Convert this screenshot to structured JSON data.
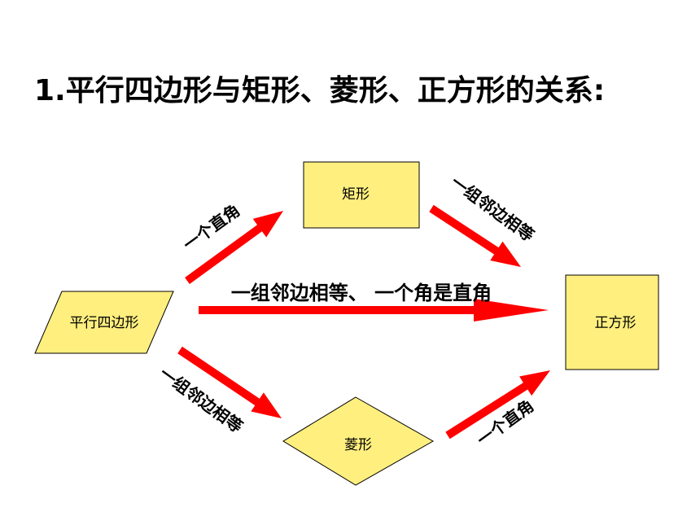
{
  "title": "1.平行四边形与矩形、菱形、正方形的关系:",
  "colors": {
    "shape_fill": "#FFEF7F",
    "shape_stroke": "#000000",
    "arrow_fill": "#FF0000"
  },
  "nodes": {
    "parallelogram": "平行四边形",
    "rectangle": "矩形",
    "rhombus": "菱形",
    "square": "正方形"
  },
  "edges": {
    "para_to_rect": "一个直角",
    "rect_to_square": "一组邻边相等",
    "para_to_square": "一组邻边相等、 一个角是直角",
    "para_to_rhombus": "一组邻边相等",
    "rhombus_to_square": "一个直角"
  }
}
